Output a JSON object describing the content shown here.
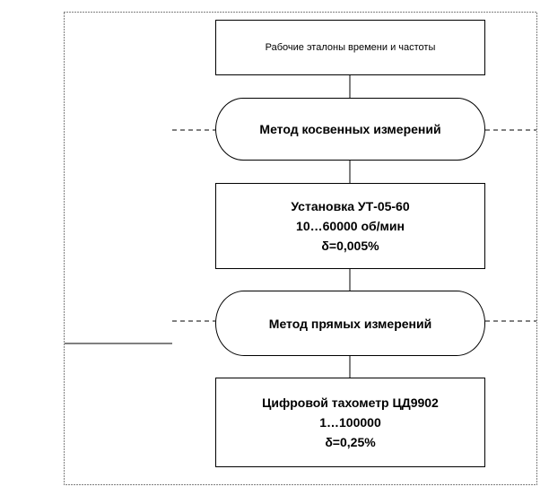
{
  "boxes": {
    "top": {
      "text": "Рабочие эталоны времени и частоты"
    },
    "indirect_method": {
      "text": "Метод косвенных измерений"
    },
    "setup": {
      "line1": "Установка УТ-05-60",
      "line2": "10…60000 об/мин",
      "line3": "δ=0,005%"
    },
    "direct_method": {
      "text": "Метод прямых измерений"
    },
    "tachometer": {
      "line1": "Цифровой тахометр ЦД9902",
      "line2": "1…100000",
      "line3": "δ=0,25%"
    }
  }
}
